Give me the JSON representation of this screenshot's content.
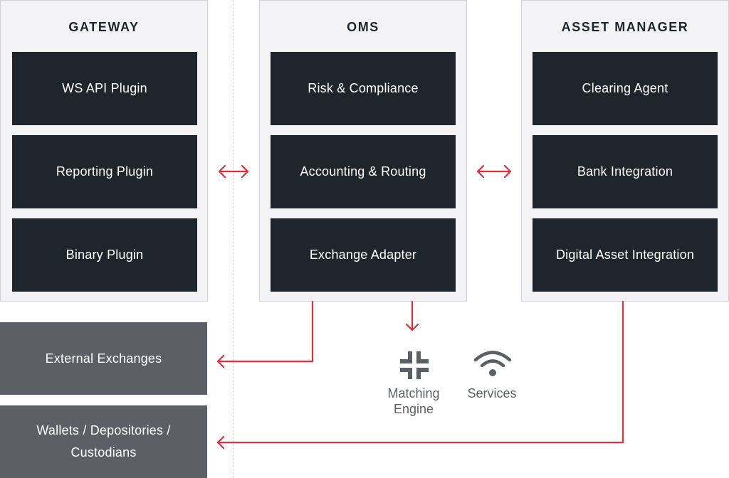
{
  "panels": {
    "gateway": {
      "title": "GATEWAY",
      "blocks": [
        "WS API Plugin",
        "Reporting Plugin",
        "Binary Plugin"
      ]
    },
    "oms": {
      "title": "OMS",
      "blocks": [
        "Risk & Compliance",
        "Accounting & Routing",
        "Exchange Adapter"
      ]
    },
    "asset_manager": {
      "title": "ASSET MANAGER",
      "blocks": [
        "Clearing Agent",
        "Bank Integration",
        "Digital Asset Integration"
      ]
    }
  },
  "external": {
    "exchanges": "External Exchanges",
    "wallets_line1": "Wallets / Depositories /",
    "wallets_line2": "Custodians"
  },
  "services": {
    "matching_engine_line1": "Matching",
    "matching_engine_line2": "Engine",
    "services_label": "Services"
  },
  "colors": {
    "arrow": "#e0303c",
    "block": "#1f252d",
    "panel": "#f3f3f5",
    "external_box": "#5c6066"
  },
  "icons": [
    "matching-engine-icon",
    "wifi-icon"
  ]
}
